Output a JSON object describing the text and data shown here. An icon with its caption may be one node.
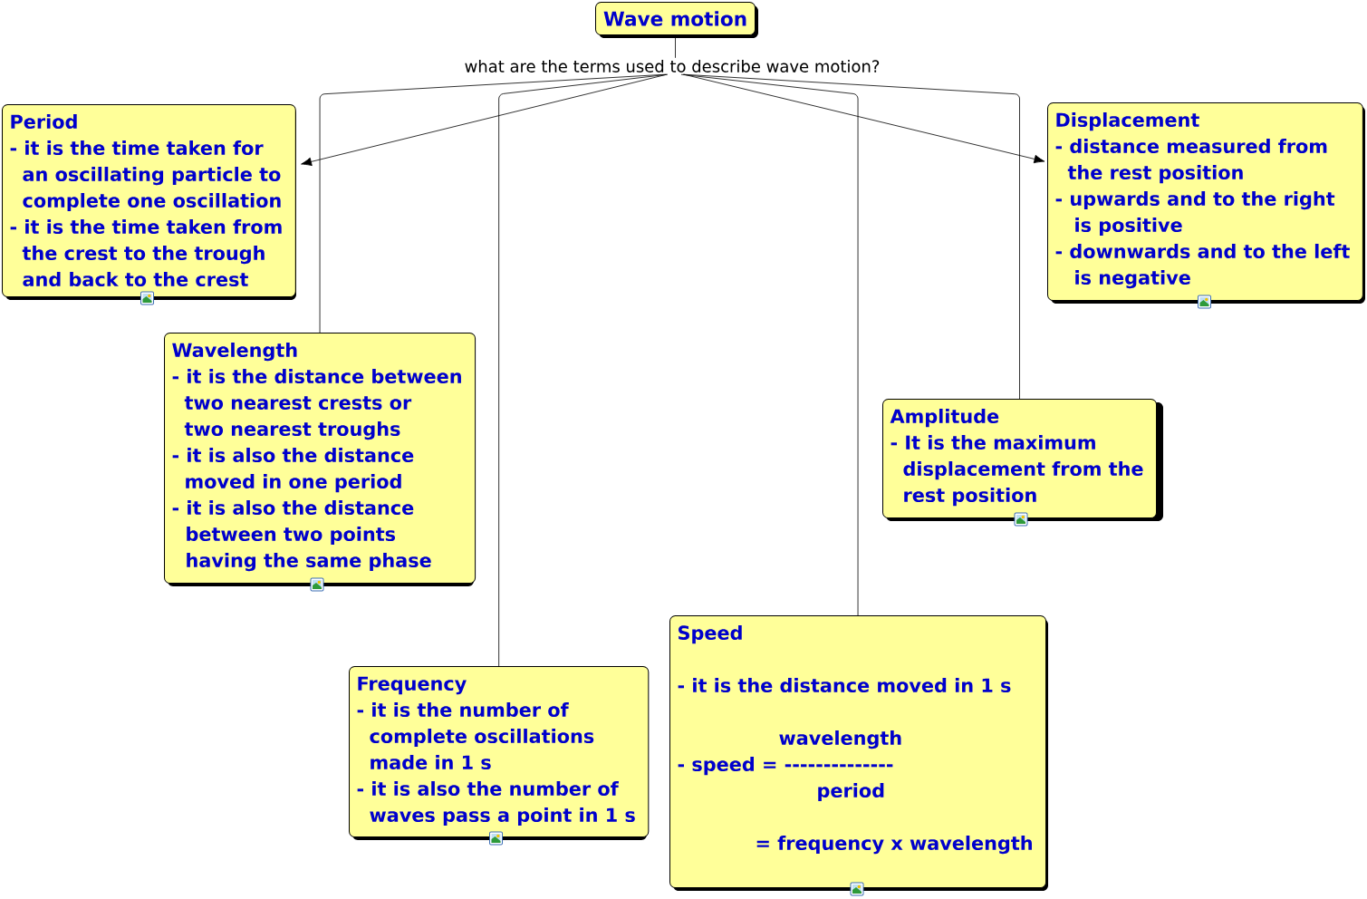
{
  "diagram": {
    "nodes": [
      {
        "text": [
          "Wave motion"
        ]
      },
      {
        "text": [
          "what are the terms used to describe wave motion?"
        ]
      },
      {
        "text": [
          "Period",
          "- it is the time taken for an oscillating particle to complete one oscillation",
          "- it is the time taken from the crest to the trough and back to the crest"
        ]
      },
      {
        "text": [
          "Displacement",
          "- distance measured from the rest position",
          "- upwards and to the right is positive",
          "- downwards and to the left is negative"
        ]
      },
      {
        "text": [
          "Wavelength",
          "- it is the distance between two nearest crests or two nearest troughs",
          "- it is also the distance moved in one period",
          "- it is also the distance between two points having the same phase"
        ]
      },
      {
        "text": [
          "Amplitude",
          "- It is the maximum displacement from the rest position"
        ]
      },
      {
        "text": [
          "Speed",
          "- it is the distance moved in 1 s",
          "wavelength",
          "- speed = --------------",
          "period",
          "= frequency x wavelength"
        ]
      },
      {
        "text": [
          "Frequency",
          "- it is the number of complete oscillations made in 1 s",
          "- it is also the number of waves pass a point in 1 s"
        ]
      }
    ],
    "edges": [
      {
        "from": 0,
        "to": 1,
        "arrow": "none"
      },
      {
        "from": 1,
        "to": 2,
        "arrow": "to"
      },
      {
        "from": 1,
        "to": 4,
        "arrow": "none"
      },
      {
        "from": 1,
        "to": 7,
        "arrow": "none"
      },
      {
        "from": 1,
        "to": 6,
        "arrow": "none"
      },
      {
        "from": 1,
        "to": 5,
        "arrow": "none"
      },
      {
        "from": 1,
        "to": 3,
        "arrow": "to"
      }
    ]
  }
}
